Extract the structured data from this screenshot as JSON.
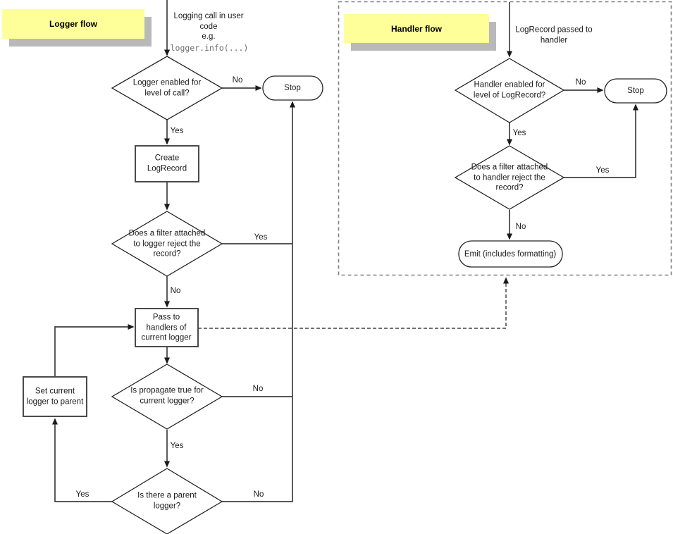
{
  "diagram": {
    "notes": {
      "logger_title": "Logger flow",
      "handler_title": "Handler flow"
    },
    "logger_flow": {
      "entry_text": "Logging call in user\ncode\ne.g.",
      "entry_code": "logger.info(...)",
      "nodes": {
        "level_check": "Logger enabled for\nlevel of call?",
        "create_logrecord": "Create\nLogRecord",
        "filter_check": "Does a filter attached\nto logger reject the\nrecord?",
        "pass_to_handlers": "Pass to\nhandlers of\ncurrent logger",
        "propagate_check": "Is propagate true for\ncurrent logger?",
        "parent_check": "Is there a parent\nlogger?",
        "set_current_logger": "Set current\nlogger to parent",
        "stop": "Stop"
      },
      "edges": {
        "level_no": "No",
        "level_yes": "Yes",
        "filter_yes": "Yes",
        "filter_no": "No",
        "propagate_no": "No",
        "propagate_yes": "Yes",
        "parent_yes": "Yes",
        "parent_no": "No"
      }
    },
    "handler_flow": {
      "entry_text": "LogRecord passed to\nhandler",
      "nodes": {
        "level_check": "Handler enabled for\nlevel of LogRecord?",
        "filter_check": "Does a filter attached\nto handler reject the\nrecord?",
        "emit": "Emit (includes formatting)",
        "stop": "Stop"
      },
      "edges": {
        "level_no": "No",
        "level_yes": "Yes",
        "filter_yes": "Yes",
        "filter_no": "No"
      }
    },
    "colors": {
      "note_background": "#ffff99",
      "note_shadow": "#b9b9b9",
      "line": "#3f3f3f",
      "dashed_box_border": "#808080",
      "code_text": "#6e6e6e"
    }
  }
}
